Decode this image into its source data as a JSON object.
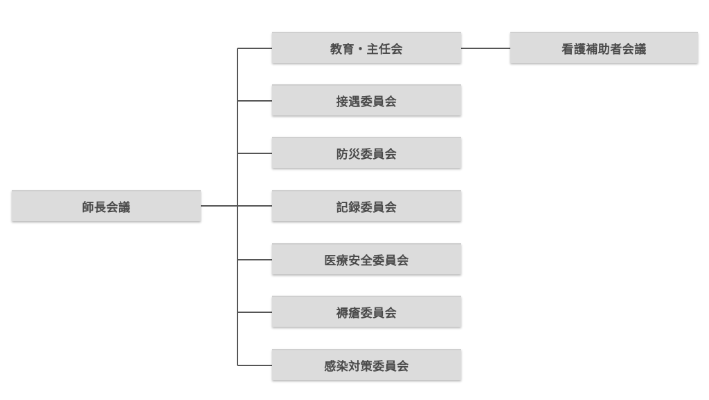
{
  "root": {
    "label": "師長会議"
  },
  "committees": [
    {
      "label": "教育・主任会"
    },
    {
      "label": "接遇委員会"
    },
    {
      "label": "防災委員会"
    },
    {
      "label": "記録委員会"
    },
    {
      "label": "医療安全委員会"
    },
    {
      "label": "褥瘡委員会"
    },
    {
      "label": "感染対策委員会"
    }
  ],
  "sub_node": {
    "label": "看護補助者会議"
  }
}
